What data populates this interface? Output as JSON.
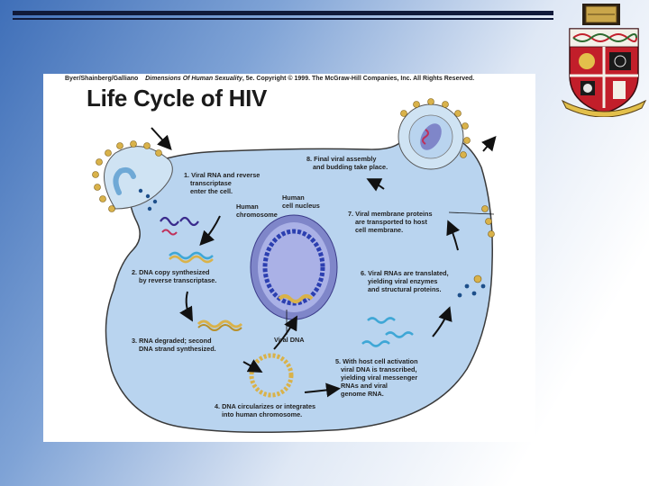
{
  "figure": {
    "credit_authors": "Byer/Shainberg/Galliano",
    "credit_book": "Dimensions Of Human Sexuality",
    "credit_rest": ", 5e. Copyright © 1999. The McGraw-Hill Companies, Inc. All Rights Reserved.",
    "title": "Life Cycle of HIV",
    "labels": {
      "human_chromosome": [
        "Human",
        "chromosome"
      ],
      "cell_nucleus": [
        "Human",
        "cell nucleus"
      ],
      "viral_dna": "Viral DNA"
    },
    "steps": [
      {
        "lines": [
          "1. Viral RNA and reverse",
          "transcriptase",
          "enter the cell."
        ]
      },
      {
        "lines": [
          "2. DNA copy synthesized",
          "by reverse transcriptase."
        ]
      },
      {
        "lines": [
          "3. RNA degraded; second",
          "DNA strand synthesized."
        ]
      },
      {
        "lines": [
          "4. DNA circularizes or integrates",
          "into human chromosome."
        ]
      },
      {
        "lines": [
          "5. With host cell activation",
          "viral DNA is transcribed,",
          "yielding viral messenger",
          "RNAs and viral",
          "genome RNA."
        ]
      },
      {
        "lines": [
          "6. Viral RNAs are translated,",
          "yielding viral enzymes",
          "and structural proteins."
        ]
      },
      {
        "lines": [
          "7. Viral membrane proteins",
          "are transported to host",
          "cell membrane."
        ]
      },
      {
        "lines": [
          "8. Final viral assembly",
          "and budding take place."
        ]
      }
    ]
  },
  "colors": {
    "cell_fill": "#b9d4ef",
    "cell_stroke": "#3a3a3a",
    "nucleus_fill": "#7f86c9",
    "chromosome": "#2c3fb0",
    "viral_dna": "#d9b24a",
    "rna_blue": "#3fa7d6",
    "rna_purple": "#3a2a8c"
  }
}
